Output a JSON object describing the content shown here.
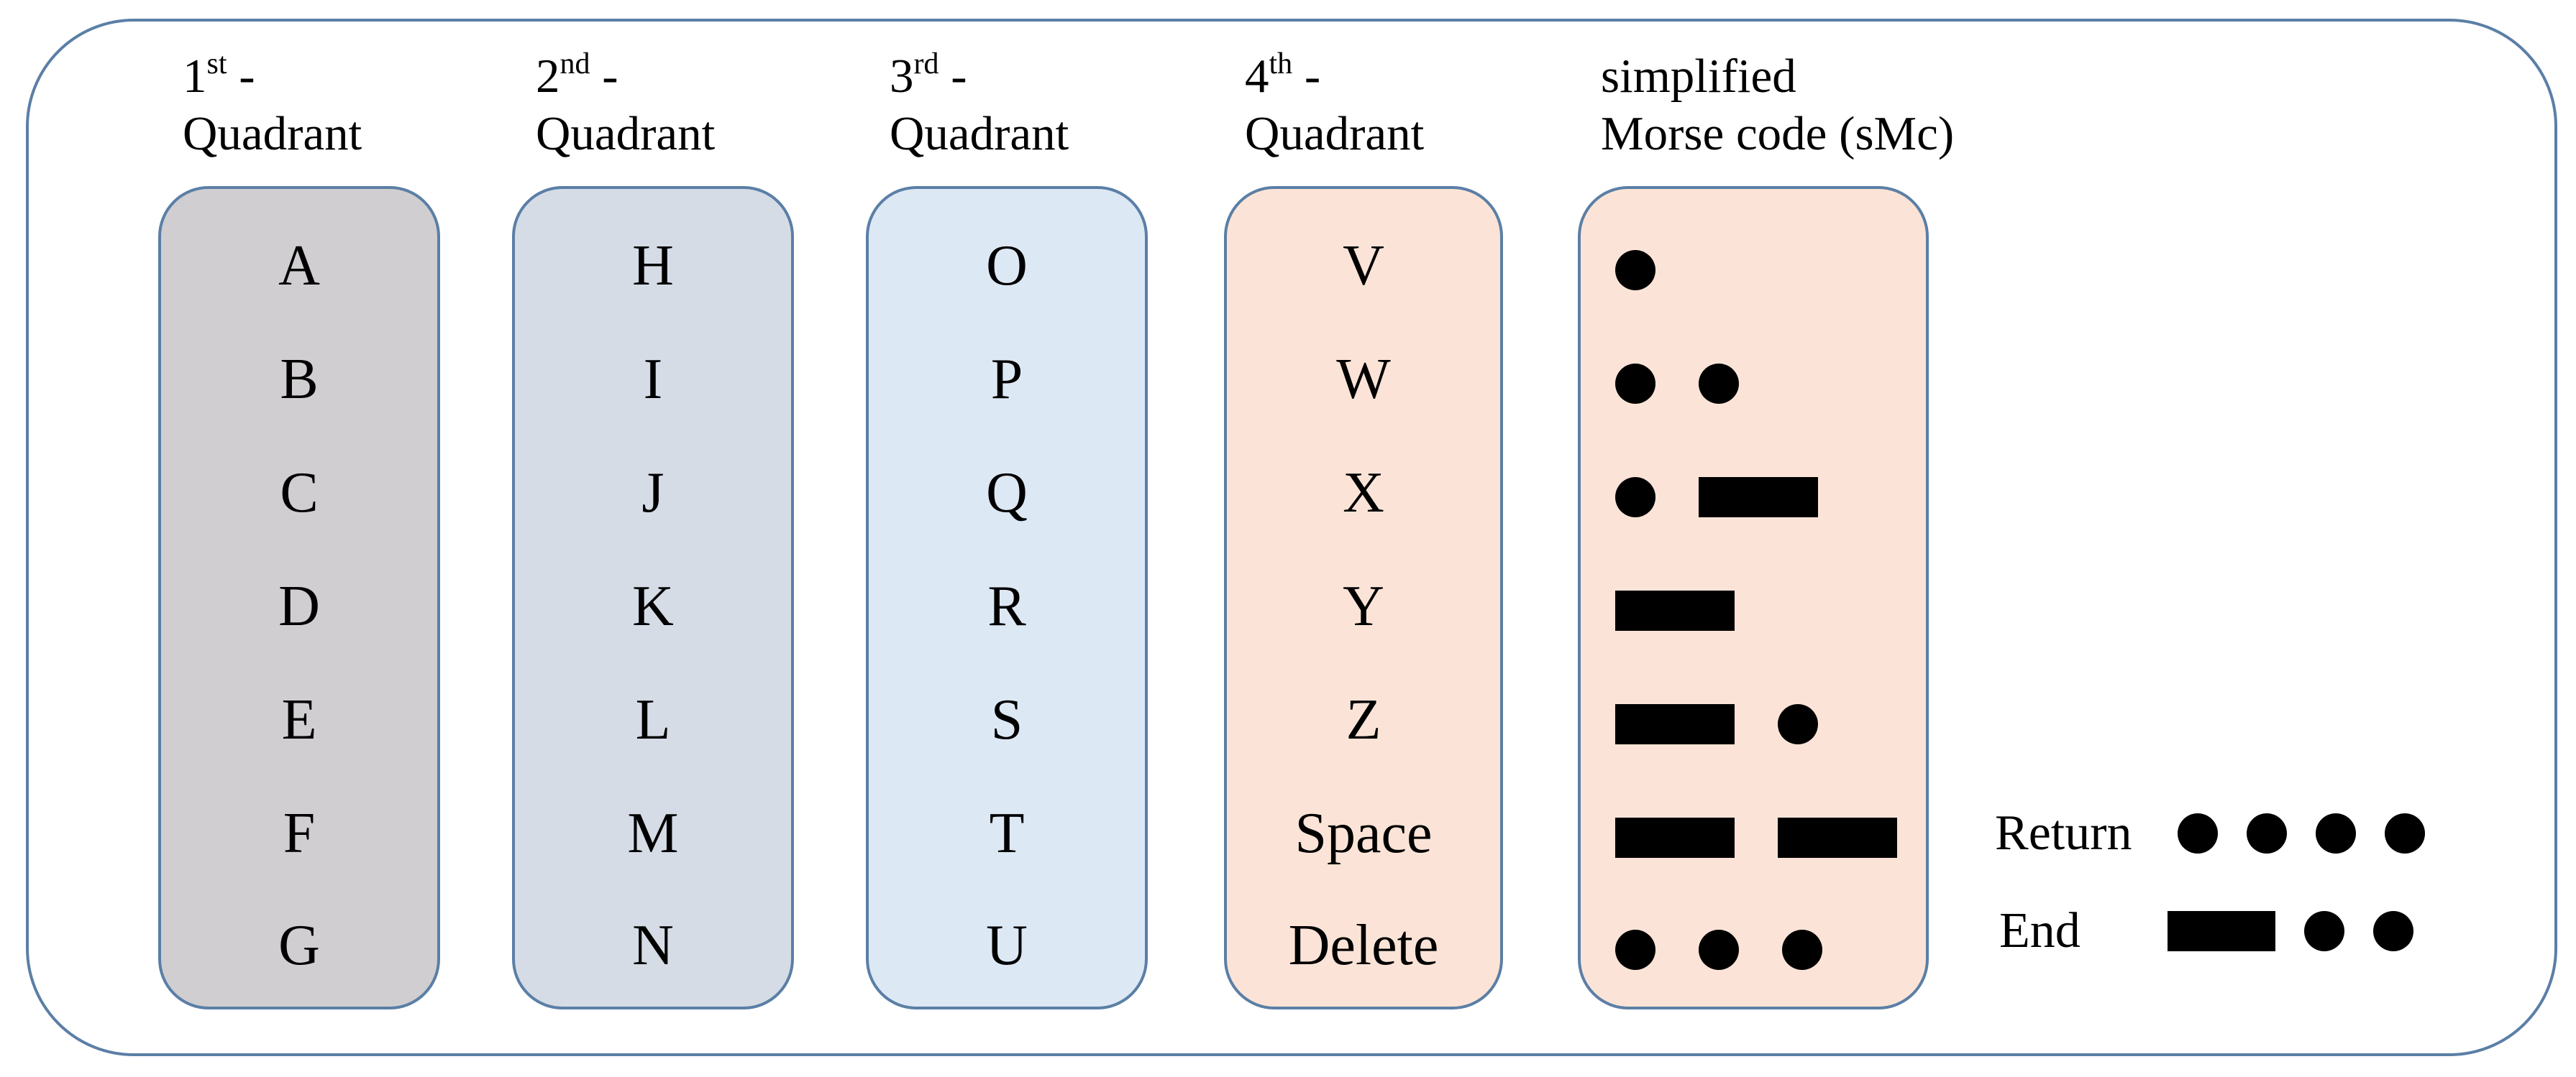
{
  "headers": {
    "q1": {
      "num": "1",
      "sup": "st",
      "dash": " -",
      "word": "Quadrant"
    },
    "q2": {
      "num": "2",
      "sup": "nd",
      "dash": " -",
      "word": "Quadrant"
    },
    "q3": {
      "num": "3",
      "sup": "rd",
      "dash": " -",
      "word": "Quadrant"
    },
    "q4": {
      "num": "4",
      "sup": "th",
      "dash": " -",
      "word": "Quadrant"
    },
    "smc": {
      "line1": "simplified",
      "line2": "Morse code (sMc)"
    }
  },
  "columns": [
    {
      "id": "q1",
      "color": "#d0ced0",
      "letters": [
        "A",
        "B",
        "C",
        "D",
        "E",
        "F",
        "G"
      ]
    },
    {
      "id": "q2",
      "color": "#d5dce6",
      "letters": [
        "H",
        "I",
        "J",
        "K",
        "L",
        "M",
        "N"
      ]
    },
    {
      "id": "q3",
      "color": "#dde8f5",
      "letters": [
        "O",
        "P",
        "Q",
        "R",
        "S",
        "T",
        "U"
      ]
    },
    {
      "id": "q4",
      "color": "#fbe4d7",
      "letters": [
        "V",
        "W",
        "X",
        "Y",
        "Z",
        "Space",
        "Delete"
      ]
    }
  ],
  "smc_color": "#fbe4d7",
  "codes": [
    [
      "dot"
    ],
    [
      "dot",
      "dot"
    ],
    [
      "dot",
      "dash"
    ],
    [
      "dash"
    ],
    [
      "dash",
      "dot"
    ],
    [
      "dash",
      "dash"
    ],
    [
      "dot",
      "dot",
      "dot"
    ]
  ],
  "extras": [
    {
      "label": "Return",
      "code": [
        "dot",
        "dot",
        "dot",
        "dot"
      ]
    },
    {
      "label": "End",
      "code": [
        "dash",
        "dot",
        "dot"
      ]
    }
  ]
}
